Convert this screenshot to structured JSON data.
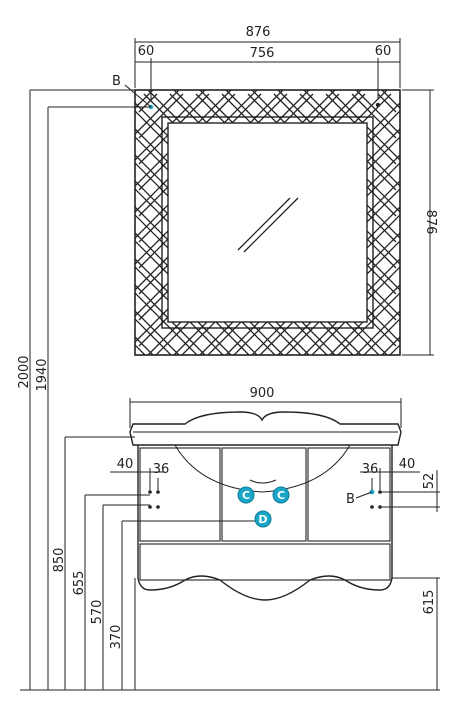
{
  "mirror": {
    "width": "876",
    "height": "876",
    "left_offset": "60",
    "inner_width": "756",
    "right_offset": "60",
    "point_b": "B"
  },
  "cabinet": {
    "top_width": "900",
    "left_edge": "40",
    "left_spacing": "36",
    "right_spacing": "36",
    "right_edge": "40",
    "right_vertical": "52",
    "point_b": "B",
    "point_c1": "C",
    "point_c2": "C",
    "point_d": "D"
  },
  "heights": {
    "total": "2000",
    "mirror_hang": "1940",
    "top_surface": "850",
    "mount_holes": "655",
    "connection_c": "570",
    "connection_d": "370",
    "cabinet_bottom": "615"
  },
  "colors": {
    "line": "#222222",
    "accent": "#1aa6c8"
  }
}
